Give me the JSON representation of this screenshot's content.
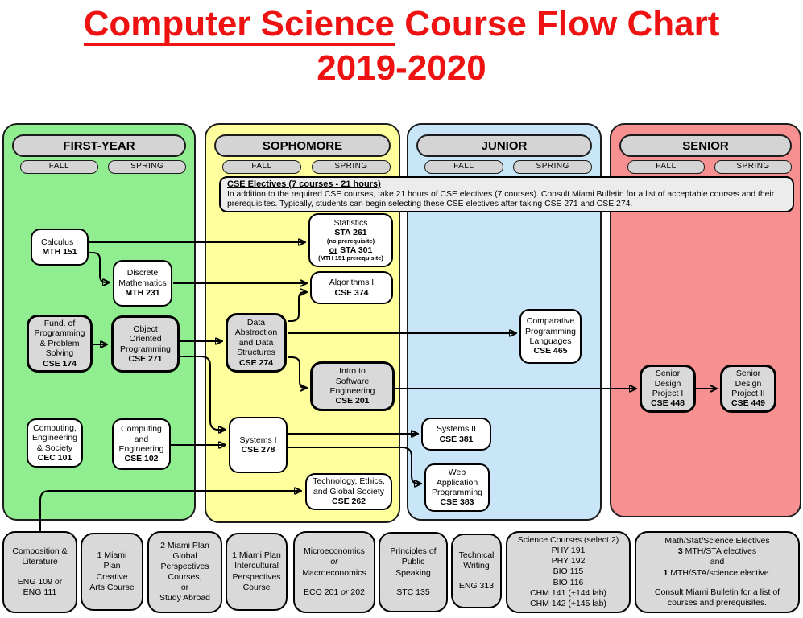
{
  "title": {
    "underlined": "Computer Science",
    "rest": " Course Flow Chart",
    "line2": "2019-2020"
  },
  "columns": [
    {
      "label": "FIRST-YEAR",
      "fall": "FALL",
      "spring": "SPRING"
    },
    {
      "label": "SOPHOMORE",
      "fall": "FALL",
      "spring": "SPRING"
    },
    {
      "label": "JUNIOR",
      "fall": "FALL",
      "spring": "SPRING"
    },
    {
      "label": "SENIOR",
      "fall": "FALL",
      "spring": "SPRING"
    }
  ],
  "electives_note": {
    "heading": "CSE Electives (7 courses - 21 hours)",
    "body": "In addition to the required CSE courses, take 21 hours of CSE electives (7 courses). Consult Miami Bulletin for a list of acceptable courses and their prerequisites. Typically, students can begin selecting these CSE electives after taking CSE 271 and CSE 274."
  },
  "courses": {
    "mth151": {
      "name": [
        "Calculus I"
      ],
      "code": "MTH 151"
    },
    "mth231": {
      "name": [
        "Discrete",
        "Mathematics"
      ],
      "code": "MTH 231"
    },
    "sta": {
      "l1": "Statistics",
      "l2": "STA 261",
      "l3": "(no prerequisite)",
      "or": "or",
      "l4": " STA 301",
      "l5": "(MTH 151 prerequisite)"
    },
    "cse374": {
      "name": [
        "Algorithms I"
      ],
      "code": "CSE 374"
    },
    "cse174": {
      "name": [
        "Fund. of",
        "Programming",
        "& Problem",
        "Solving"
      ],
      "code": "CSE 174"
    },
    "cse271": {
      "name": [
        "Object",
        "Oriented",
        "Programming"
      ],
      "code": "CSE 271"
    },
    "cse274": {
      "name": [
        "Data",
        "Abstraction",
        "and Data",
        "Structures"
      ],
      "code": "CSE 274"
    },
    "cse465": {
      "name": [
        "Comparative",
        "Programming",
        "Languages"
      ],
      "code": "CSE 465"
    },
    "cse201": {
      "name": [
        "Intro to",
        "Software",
        "Engineering"
      ],
      "code": "CSE 201"
    },
    "cse448": {
      "name": [
        "Senior",
        "Design",
        "Project I"
      ],
      "code": "CSE 448"
    },
    "cse449": {
      "name": [
        "Senior",
        "Design",
        "Project II"
      ],
      "code": "CSE 449"
    },
    "cec101": {
      "name": [
        "Computing,",
        "Engineering",
        "& Society"
      ],
      "code": "CEC 101"
    },
    "cse102": {
      "name": [
        "Computing",
        "and",
        "Engineering"
      ],
      "code": "CSE 102"
    },
    "cse278": {
      "name": [
        "Systems I"
      ],
      "code": "CSE 278"
    },
    "cse381": {
      "name": [
        "Systems II"
      ],
      "code": "CSE 381"
    },
    "cse383": {
      "name": [
        "Web",
        "Application",
        "Programming"
      ],
      "code": "CSE 383"
    },
    "cse262": {
      "name": [
        "Technology, Ethics,",
        "and Global Society"
      ],
      "code": "CSE 262"
    }
  },
  "bottom_row": {
    "composition": {
      "lines": [
        "Composition &",
        "Literature",
        "",
        "ENG 109 or",
        "ENG 111"
      ]
    },
    "creative_arts": {
      "lines": [
        "1 Miami",
        "Plan",
        "Creative",
        "Arts Course"
      ]
    },
    "global_perspectives": {
      "lines": [
        "2 Miami Plan",
        "Global",
        "Perspectives",
        "Courses,",
        "or",
        "Study Abroad"
      ]
    },
    "intercultural": {
      "lines": [
        "1 Miami Plan",
        "Intercultural",
        "Perspectives",
        "Course"
      ]
    },
    "economics": {
      "l1": "Microeconomics",
      "l2": "or",
      "l3": "Macroeconomics",
      "c1": "ECO 201 ",
      "c2": "or",
      "c3": " 202"
    },
    "public_speaking": {
      "lines": [
        "Principles of",
        "Public",
        "Speaking",
        "",
        "STC 135"
      ]
    },
    "technical_writing": {
      "lines": [
        "Technical",
        "Writing",
        "",
        "ENG 313"
      ]
    },
    "science": {
      "lines": [
        "Science Courses (select 2)",
        "PHY 191",
        "PHY 192",
        "BIO 115",
        "BIO 116",
        "CHM 141 (+144 lab)",
        "CHM 142 (+145 lab)"
      ]
    },
    "mathstat": {
      "l1": "Math/Stat/Science Electives",
      "n1": "3",
      "l2": " MTH/STA electives",
      "l3": "and",
      "n2": "1",
      "l4": " MTH/STA/science elective.",
      "l5": "Consult Miami Bulletin for a list of courses and prerequisites."
    }
  },
  "colors": {
    "first_year": "#90EE90",
    "sophomore": "#FFFF9E",
    "junior": "#C9E5F8",
    "senior": "#F79090",
    "title_red": "#EE1212",
    "box_gray": "#D9D9D9"
  }
}
